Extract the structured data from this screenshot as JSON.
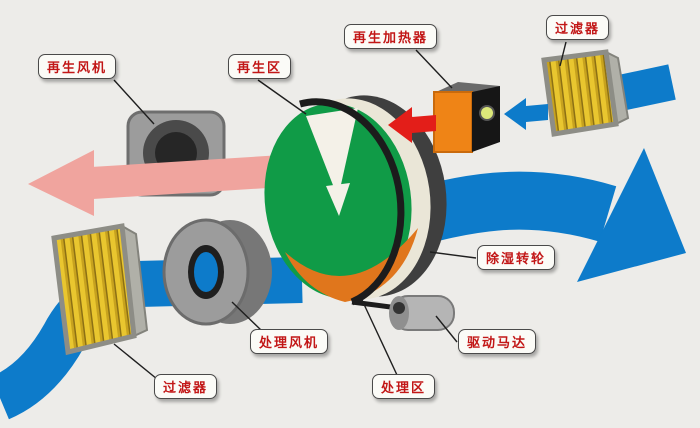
{
  "colors": {
    "process_air_blue": "#0d7bca",
    "regen_exhaust_pink": "#f0a49e",
    "hot_air_red": "#e31e19",
    "wheel_green": "#109b47",
    "wheel_rim_cream": "#eae6d7",
    "wheel_wedge_white": "#f4f1e8",
    "wheel_saturated_orange": "#e0761c",
    "heater_orange": "#ef8416",
    "heater_side_black": "#161616",
    "filter_yellow": "#e9c62f",
    "label_red": "#c21717",
    "background": "#edece9"
  },
  "labels": [
    {
      "id": "regen-fan",
      "text": "再生风机"
    },
    {
      "id": "regen-zone",
      "text": "再生区"
    },
    {
      "id": "regen-heater",
      "text": "再生加热器"
    },
    {
      "id": "filter-top",
      "text": "过滤器"
    },
    {
      "id": "dehumid-wheel",
      "text": "除湿转轮"
    },
    {
      "id": "drive-motor",
      "text": "驱动马达"
    },
    {
      "id": "process-zone",
      "text": "处理区"
    },
    {
      "id": "process-fan",
      "text": "处理风机"
    },
    {
      "id": "filter-bottom",
      "text": "过滤器"
    }
  ]
}
